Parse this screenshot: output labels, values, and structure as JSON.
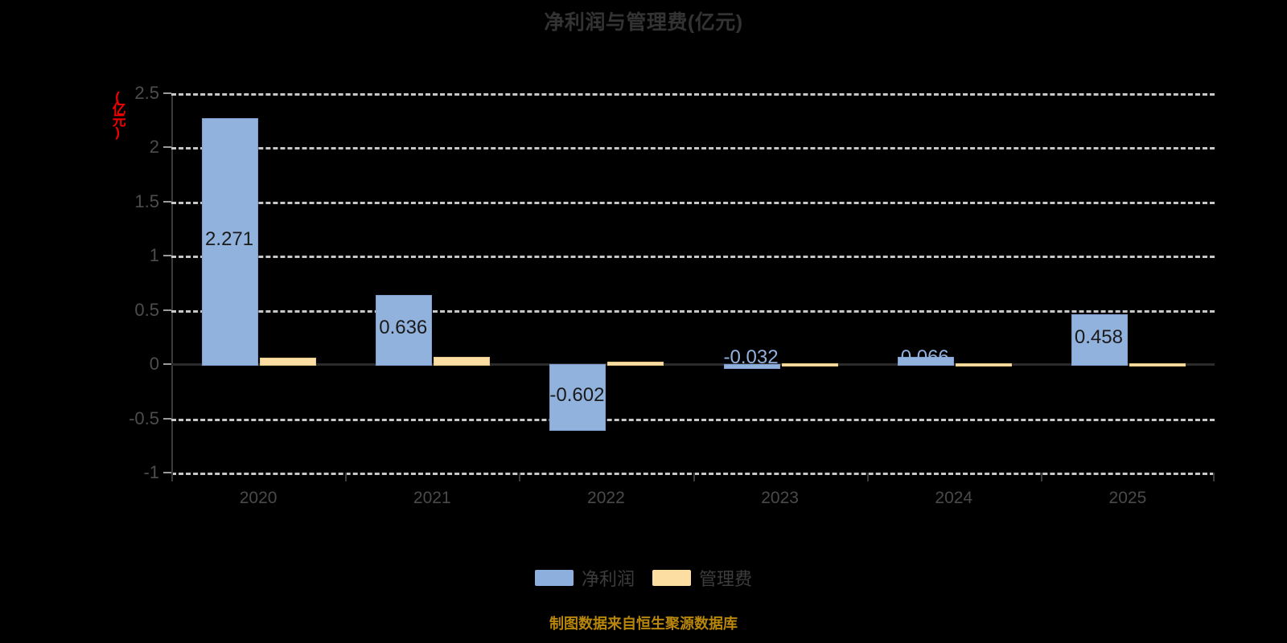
{
  "chart_data": {
    "type": "bar",
    "title": "净利润与管理费(亿元)",
    "xlabel": "",
    "ylabel": "(亿元)",
    "categories": [
      "2020",
      "2021",
      "2022",
      "2023",
      "2024",
      "2025"
    ],
    "series": [
      {
        "name": "净利润",
        "color": "#92b2de",
        "values": [
          2.271,
          0.636,
          -0.602,
          -0.032,
          0.066,
          0.458
        ],
        "labels": [
          "2.271",
          "0.636",
          "-0.602",
          "-0.032",
          "0.066",
          "0.458"
        ]
      },
      {
        "name": "管理费",
        "color": "#fcdda2",
        "values": [
          0.062,
          0.071,
          0.022,
          0.006,
          0.006,
          0.006
        ],
        "labels": [
          "",
          "",
          "",
          "",
          "",
          ""
        ]
      }
    ],
    "ylim": [
      -1,
      2.5
    ],
    "yticks": [
      2.5,
      2,
      1.5,
      1,
      0.5,
      0,
      -0.5,
      -1
    ],
    "ytick_labels": [
      "2.5",
      "2",
      "1.5",
      "1",
      "0.5",
      "0",
      "-0.5",
      "-1"
    ],
    "grid": true,
    "legend_position": "bottom"
  },
  "footer": {
    "text": "制图数据来自恒生聚源数据库"
  },
  "colors": {
    "net_profit": "#92b2de",
    "management_fee": "#fcdda2",
    "background": "#000000",
    "axis_unit": "#f40000",
    "footer": "#b8860b"
  }
}
